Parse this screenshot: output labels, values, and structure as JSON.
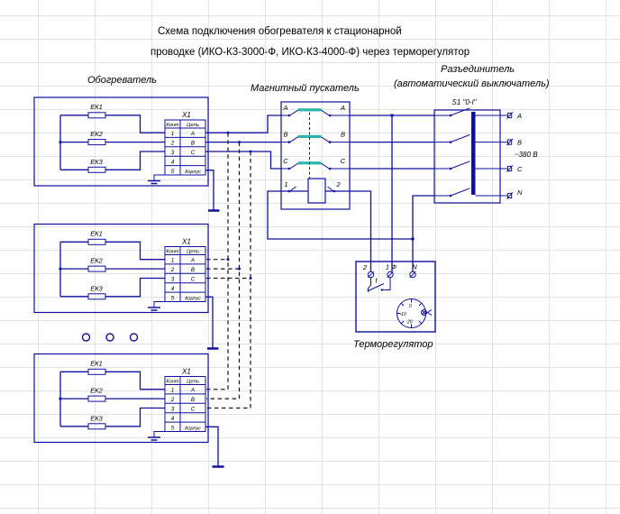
{
  "title": {
    "line1": "Схема подключения обогревателя к стационарной",
    "line2": "проводке (ИКО-К3-3000-Ф, ИКО-К3-4000-Ф) через терморегулятор"
  },
  "labels": {
    "heater": "Обогреватель",
    "starter": "Магнитный пускатель",
    "disconnector_line1": "Разъединитель",
    "disconnector_line2": "(автоматический выключатель)",
    "switch": "S1 \"0-I\"",
    "voltage": "~380 В",
    "thermostat": "Терморегулятор"
  },
  "heater_block": {
    "connector": "X1",
    "col_contact": "Конт",
    "col_circuit": "Цепь",
    "pins": [
      "1",
      "2",
      "3",
      "4",
      "5"
    ],
    "circuits": [
      "А",
      "В",
      "С",
      "",
      "Корпус"
    ],
    "elements": [
      "ЕК1",
      "ЕК2",
      "ЕК3"
    ]
  },
  "starter": {
    "phases": [
      "А",
      "В",
      "С"
    ],
    "coil_terminals": [
      "1",
      "2"
    ]
  },
  "disconnector": {
    "terminals": [
      "А",
      "В",
      "С",
      "N"
    ]
  },
  "thermostat": {
    "terminals": [
      "2",
      "1 Ф",
      "N"
    ],
    "t_label": "t",
    "dial_marks": [
      "0",
      "-10",
      "20"
    ]
  },
  "colors": {
    "wire_blue": "#1010a0",
    "dashed_black": "#161616",
    "contact_teal": "#2cb5ac",
    "grid": "#e3e3e3",
    "text": "#000000"
  }
}
